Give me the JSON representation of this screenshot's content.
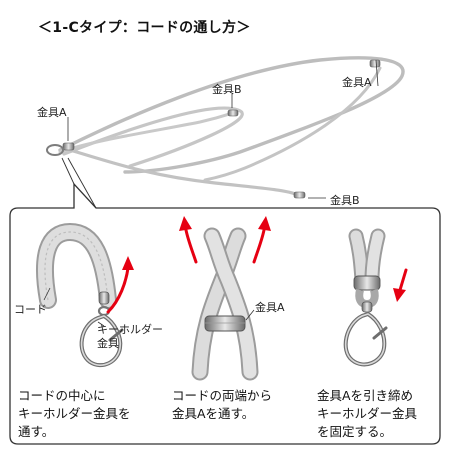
{
  "title": "＜1-Cタイプ：コードの通し方＞",
  "top_labels": {
    "kanagu_a_left": "金具A",
    "kanagu_b_top": "金具B",
    "kanagu_a_right": "金具A",
    "kanagu_b_bottom": "金具B"
  },
  "panel1": {
    "cord_label": "コード",
    "keyholder_label_line1": "キーホルダー",
    "keyholder_label_line2": "金具",
    "caption": [
      "コードの中心に",
      "キーホルダー金具を",
      "通す。"
    ]
  },
  "panel2": {
    "kanagu_label": "金具A",
    "caption": [
      "コードの両端から",
      "金具Aを通す。"
    ]
  },
  "panel3": {
    "caption": [
      "金具Aを引き締め",
      "キーホルダー金具",
      "を固定する。"
    ]
  },
  "colors": {
    "arrow": "#e60012",
    "cord": "#c9c9c9",
    "frame": "#333333",
    "metal": "#8a8a8a"
  }
}
